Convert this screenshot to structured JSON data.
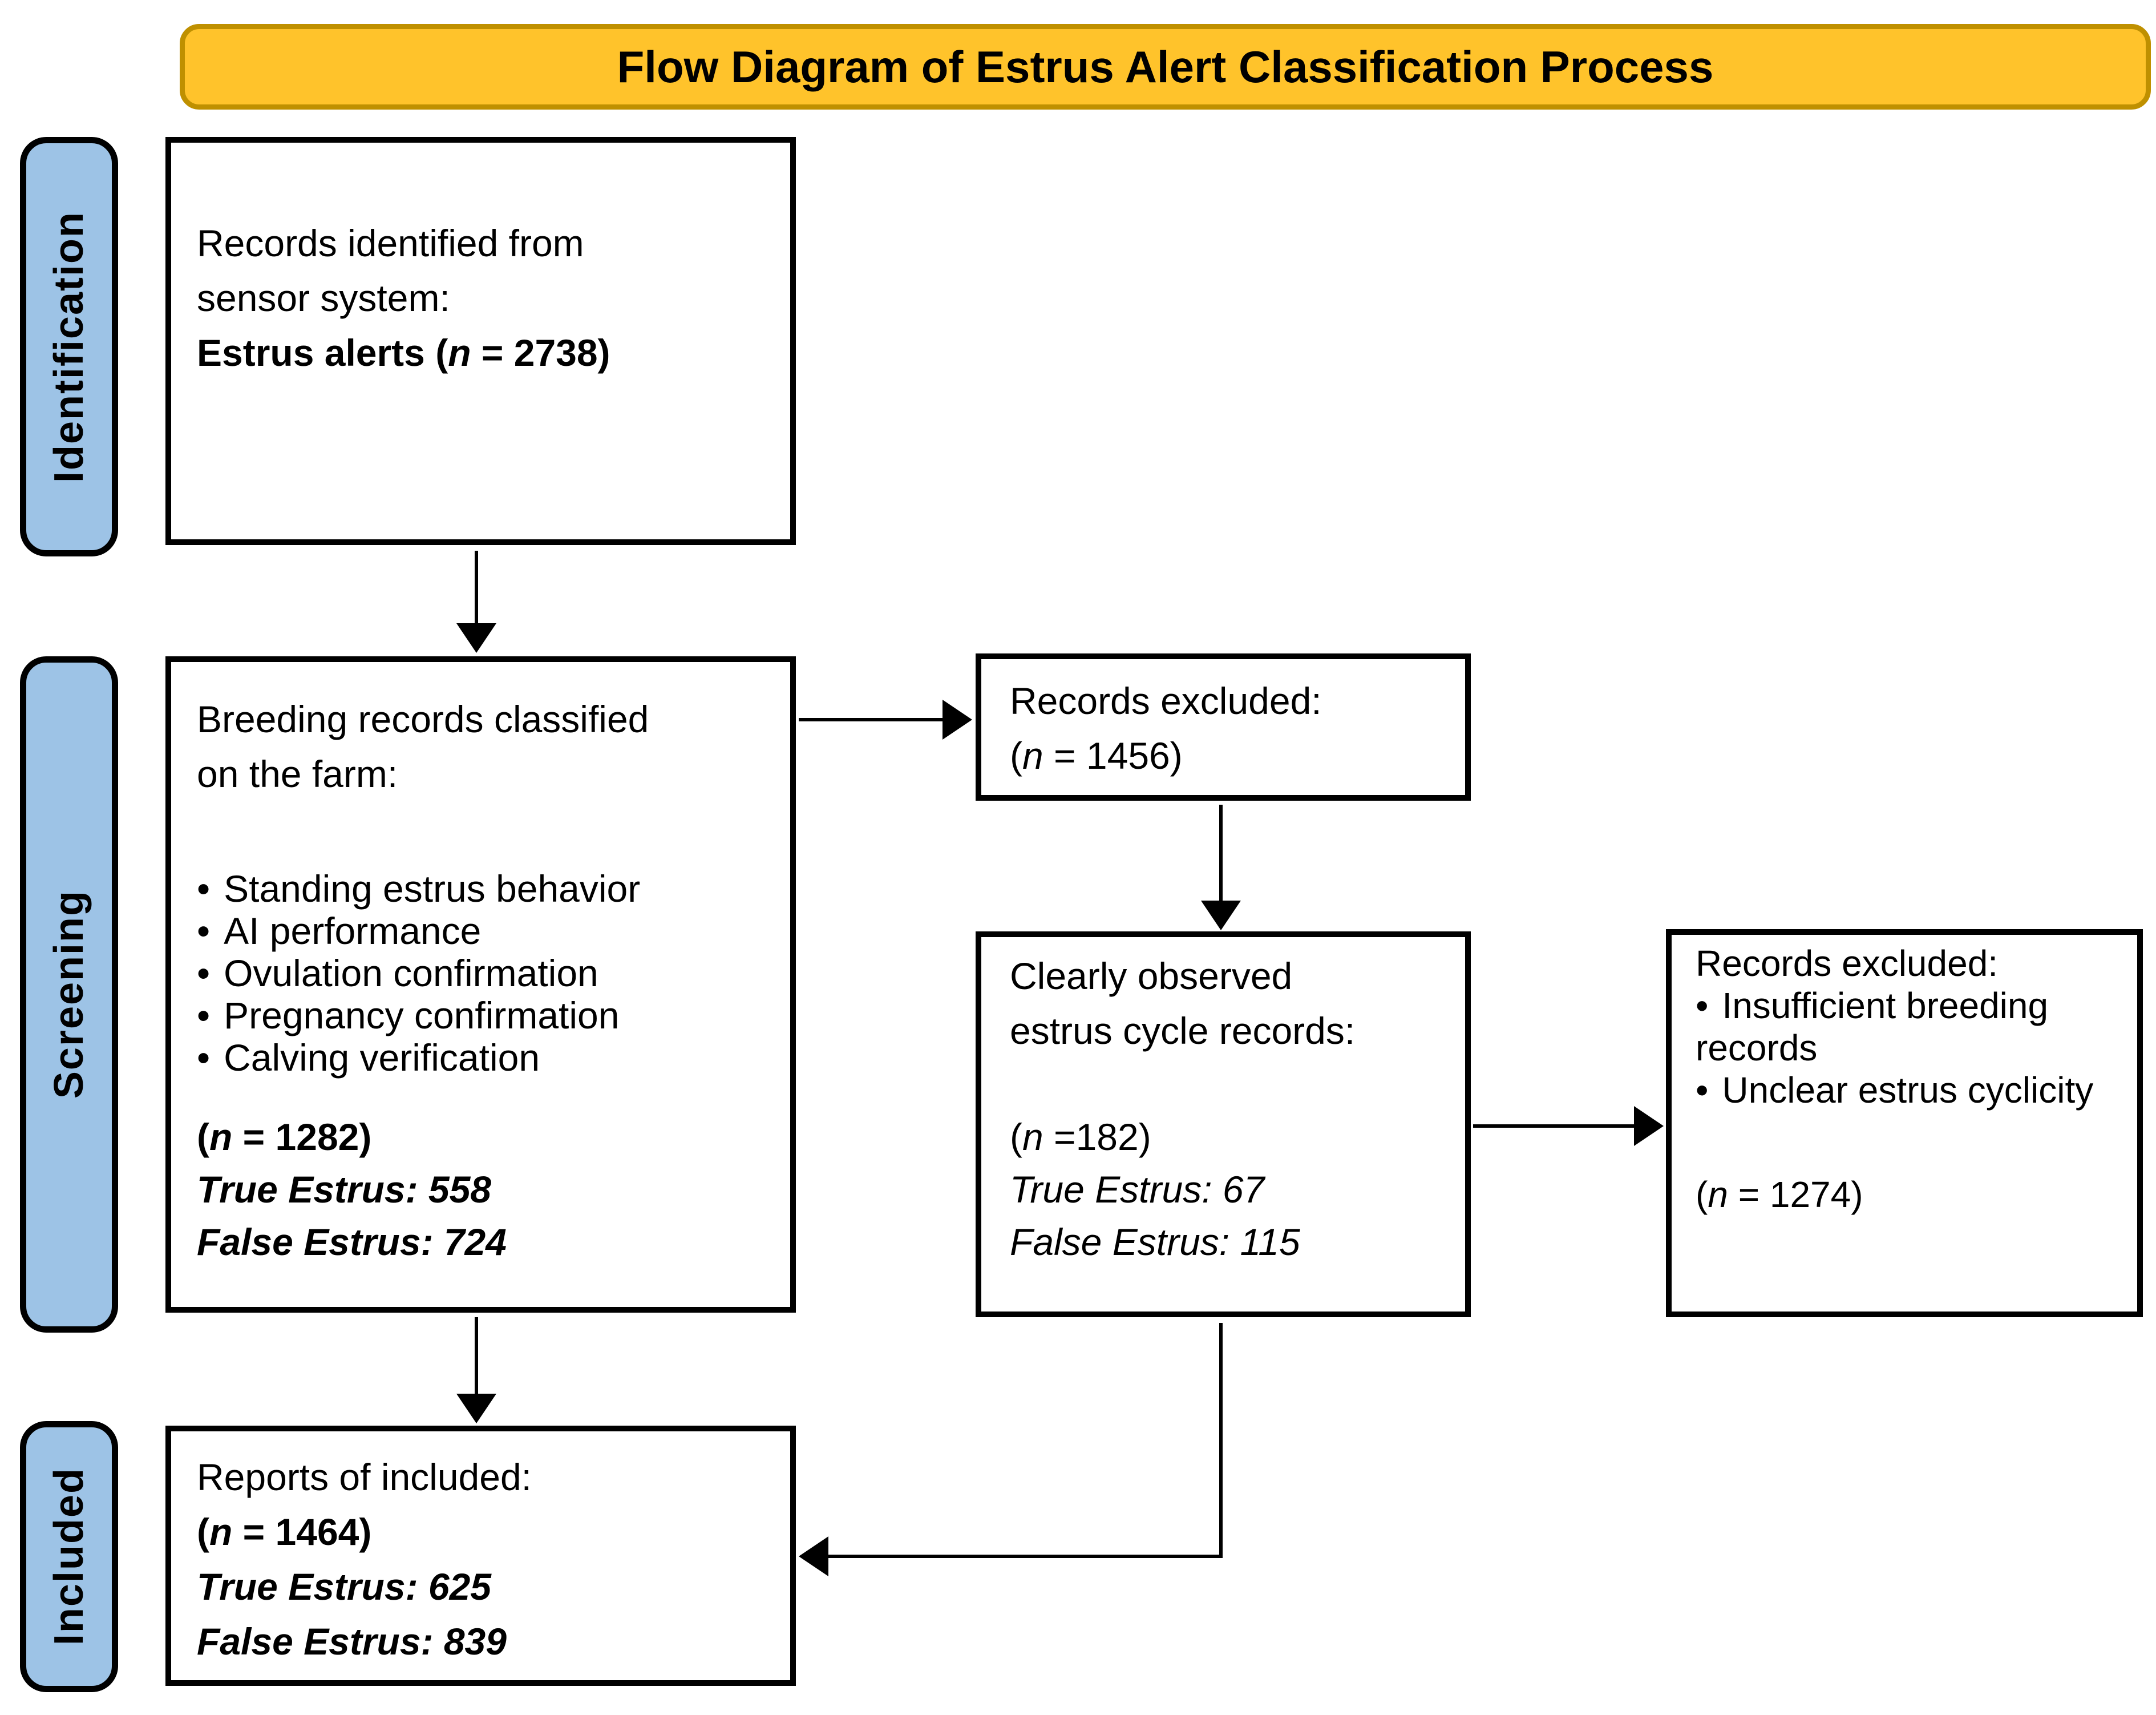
{
  "title": "Flow Diagram of Estrus Alert Classification Process",
  "glyph": {
    "bullet": "•"
  },
  "stages": {
    "identification": "Identification",
    "screening": "Screening",
    "included": "Included"
  },
  "boxes": {
    "identified": {
      "lines": [
        "Records identified from",
        "sensor system:"
      ],
      "count": {
        "pre": "Estrus alerts (",
        "n": "n",
        "post": " = 2738)"
      }
    },
    "screening": {
      "lines": [
        "Breeding records classified",
        "on the farm:"
      ],
      "bullets": [
        "Standing estrus behavior",
        "AI performance",
        "Ovulation confirmation",
        "Pregnancy confirmation",
        "Calving verification"
      ],
      "count": {
        "pre": "(",
        "n": "n",
        "post": " = 1282)"
      },
      "stats": [
        "True Estrus: 558",
        "False Estrus: 724"
      ]
    },
    "excluded_screening": {
      "lines": [
        "Records excluded:"
      ],
      "count": {
        "pre": "(",
        "n": "n",
        "post": " = 1456)"
      }
    },
    "observed": {
      "lines": [
        "Clearly observed",
        "estrus cycle records:"
      ],
      "count": {
        "pre": "(",
        "n": "n",
        "post": " =182)"
      },
      "stats": [
        "True Estrus: 67",
        "False Estrus: 115"
      ]
    },
    "excluded_observed": {
      "lines": [
        "Records excluded:"
      ],
      "bullets": [
        "Insufficient breeding records",
        "Unclear estrus cyclicity"
      ],
      "count": {
        "pre": "(",
        "n": "n",
        "post": " = 1274)"
      }
    },
    "included": {
      "lines": [
        "Reports of included:"
      ],
      "count": {
        "pre": "(",
        "n": "n",
        "post": " = 1464)"
      },
      "stats": [
        "True Estrus: 625",
        "False Estrus: 839"
      ]
    }
  },
  "colors": {
    "banner_fill": "#FFC32B",
    "banner_border": "#BF9000",
    "stage_fill": "#9DC3E6",
    "box_border": "#000000",
    "text": "#000000"
  }
}
